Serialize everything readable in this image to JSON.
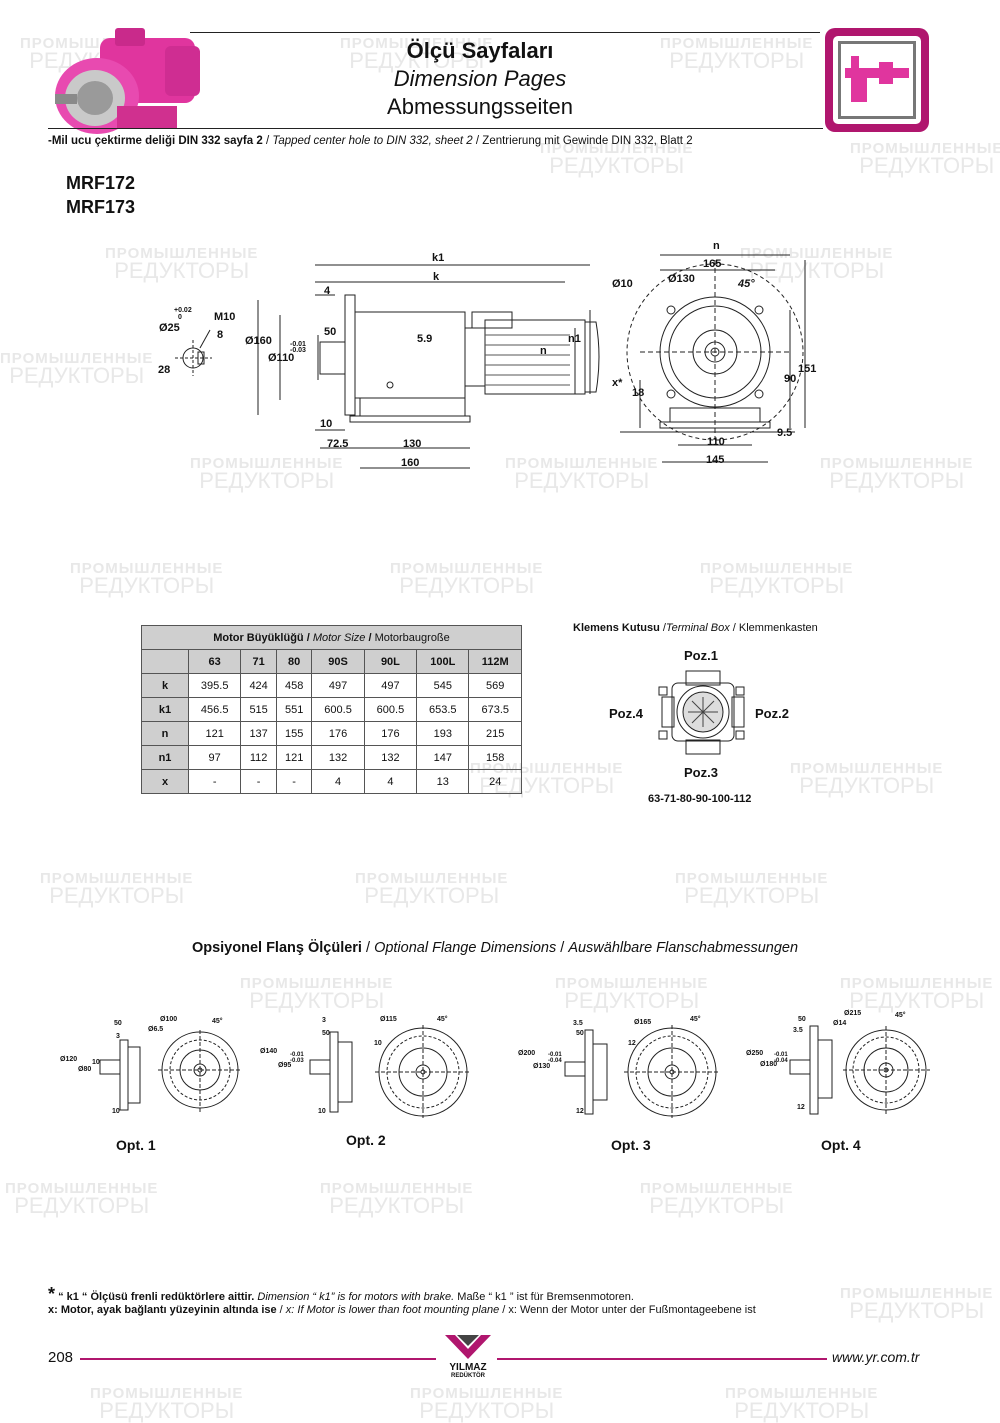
{
  "header": {
    "title_tr": "Ölçü Sayfaları",
    "title_en": "Dimension Pages",
    "title_de": "Abmessungsseiten",
    "subtitle_tr": "-Mil ucu çektirme deliği DIN 332 sayfa 2",
    "subtitle_en": "Tapped center hole to DIN 332, sheet 2",
    "subtitle_de": "Zentrierung mit Gewinde DIN 332, Blatt 2",
    "sep": "/"
  },
  "watermark": {
    "line1": "ПРОМЫШЛЕННЫЕ",
    "line2": "РЕДУКТОРЫ"
  },
  "models": [
    "MRF172",
    "MRF173"
  ],
  "drawing_dims": {
    "shaft_tol_upper": "+0.02",
    "shaft_tol_lower": "0",
    "shaft_dia": "Ø25",
    "thread": "M10",
    "key_w": "8",
    "key_h": "28",
    "flange_dia": "Ø160",
    "pilot_tol_upper": "-0.01",
    "pilot_tol_lower": "-0.03",
    "pilot_dia": "Ø110",
    "d4": "4",
    "d50": "50",
    "d5_9": "5.9",
    "k1": "k1",
    "k": "k",
    "n": "n",
    "n1": "n1",
    "d10": "10",
    "d72_5": "72.5",
    "d130": "130",
    "d160": "160",
    "side_n": "n",
    "side_165": "165",
    "bolt_hole": "Ø10",
    "bolt_pcd": "Ø130",
    "angle": "45°",
    "x": "x*",
    "d18": "18",
    "d90": "90",
    "d151": "151",
    "d9_5": "9.5",
    "d110": "110",
    "d145": "145"
  },
  "motor_table": {
    "caption_tr": "Motor Büyüklüğü",
    "caption_en": "Motor Size",
    "caption_de": "Motorbaugroße",
    "sizes": [
      "63",
      "71",
      "80",
      "90S",
      "90L",
      "100L",
      "112M"
    ],
    "rows": [
      {
        "label": "k",
        "values": [
          "395.5",
          "424",
          "458",
          "497",
          "497",
          "545",
          "569"
        ]
      },
      {
        "label": "k1",
        "values": [
          "456.5",
          "515",
          "551",
          "600.5",
          "600.5",
          "653.5",
          "673.5"
        ]
      },
      {
        "label": "n",
        "values": [
          "121",
          "137",
          "155",
          "176",
          "176",
          "193",
          "215"
        ]
      },
      {
        "label": "n1",
        "values": [
          "97",
          "112",
          "121",
          "132",
          "132",
          "147",
          "158"
        ]
      },
      {
        "label": "x",
        "values": [
          "-",
          "-",
          "-",
          "4",
          "4",
          "13",
          "24"
        ]
      }
    ]
  },
  "terminal_box": {
    "caption_tr": "Klemens Kutusu",
    "caption_en": "Terminal Box",
    "caption_de": "Klemmenkasten",
    "pos1": "Poz.1",
    "pos2": "Poz.2",
    "pos3": "Poz.3",
    "pos4": "Poz.4",
    "sizes": "63-71-80-90-100-112"
  },
  "optional_flange": {
    "heading_tr": "Opsiyonel Flanş Ölçüleri",
    "heading_en": "Optional Flange Dimensions",
    "heading_de": "Auswählbare Flanschabmessungen",
    "options": [
      {
        "label": "Opt. 1",
        "outer": "Ø120",
        "pilot": "Ø80",
        "pcd": "Ø100",
        "hole": "Ø6.5",
        "w": "50",
        "t": "3",
        "f": "10",
        "key": "10",
        "tol_u": "",
        "tol_l": ""
      },
      {
        "label": "Opt. 2",
        "outer": "Ø140",
        "pilot": "Ø95",
        "pcd": "Ø115",
        "hole": "10",
        "w": "50",
        "t": "3",
        "f": "10",
        "key": "",
        "tol_u": "-0.01",
        "tol_l": "-0.03"
      },
      {
        "label": "Opt. 3",
        "outer": "Ø200",
        "pilot": "Ø130",
        "pcd": "Ø165",
        "hole": "12",
        "w": "50",
        "t": "3.5",
        "f": "12",
        "key": "",
        "tol_u": "-0.01",
        "tol_l": "-0.04"
      },
      {
        "label": "Opt. 4",
        "outer": "Ø250",
        "pilot": "Ø180",
        "pcd": "Ø215",
        "hole": "Ø14",
        "w": "50",
        "t": "3.5",
        "f": "12",
        "key": "",
        "tol_u": "-0.01",
        "tol_l": "-0.04"
      }
    ],
    "angle": "45°"
  },
  "footnotes": {
    "star": "*",
    "line1_tr": "“ k1 “ Ölçüsü frenli redüktörlere aittir.",
    "line1_en": "Dimension “ k1” is for motors with brake.",
    "line1_de": "Maße “ k1 ” ist für Bremsenmotoren.",
    "line2_tr": "x: Motor, ayak bağlantı yüzeyinin altında ise",
    "line2_en": "x: If Motor is lower than foot mounting plane",
    "line2_de": "x: Wenn der Motor unter der Fußmontageebene ist"
  },
  "footer": {
    "page": "208",
    "brand": "YILMAZ",
    "brand_sub": "REDÜKTÖR",
    "url": "www.yr.com.tr"
  },
  "colors": {
    "accent": "#b0166e",
    "pink": "#e0359e",
    "table_header": "#cfcfcf"
  },
  "icons": [
    "gearmotor-photo",
    "caliper-icon",
    "yilmaz-logo"
  ]
}
